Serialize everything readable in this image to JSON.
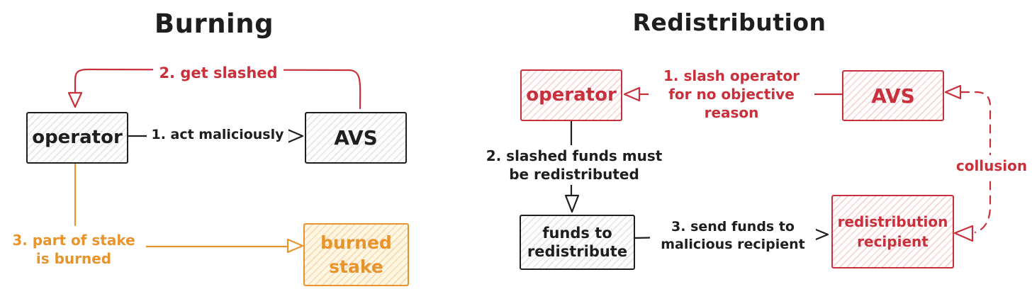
{
  "colors": {
    "ink": "#1e1e1e",
    "red": "#c8303c",
    "orange": "#e8942d",
    "burned_stake_fill": "#fdf6e3",
    "background": "#ffffff"
  },
  "burning": {
    "title": "Burning",
    "nodes": {
      "operator": "operator",
      "avs": "AVS",
      "burned_stake": "burned\nstake"
    },
    "edges": {
      "act_maliciously": "1. act maliciously",
      "get_slashed": "2. get slashed",
      "stake_burned": "3. part of stake\nis burned"
    }
  },
  "redistribution": {
    "title": "Redistribution",
    "nodes": {
      "operator": "operator",
      "avs": "AVS",
      "funds": "funds to\nredistribute",
      "recipient": "redistribution\nrecipient"
    },
    "edges": {
      "slash": "1. slash operator\nfor no objective\nreason",
      "redistribute": "2. slashed funds must\nbe redistributed",
      "send": "3. send funds to\nmalicious recipient",
      "collusion": "collusion"
    }
  }
}
